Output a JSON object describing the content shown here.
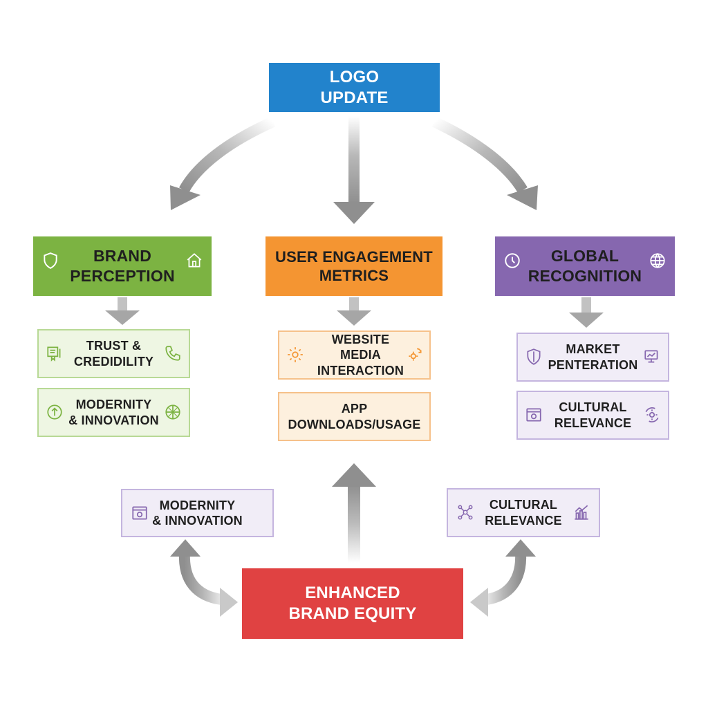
{
  "top": {
    "label": "LOGO UPDATE",
    "color": "#2283cc"
  },
  "categories": [
    {
      "label": "BRAND\nPERCEPTION",
      "color": "#7cb342",
      "icons": [
        "shield-icon",
        "house-icon"
      ]
    },
    {
      "label": "USER ENGAGEMENT\nMETRICS",
      "color": "#f49532"
    },
    {
      "label": "GLOBAL\nRECOGNITION",
      "color": "#8667af",
      "icons": [
        "clock-icon",
        "globe-icon"
      ]
    }
  ],
  "subitems": {
    "brand": [
      {
        "label": "TRUST &\nCREDIDILITY",
        "icons": [
          "certificate-icon",
          "phone-icon"
        ]
      },
      {
        "label": "MODERNITY\n& INNOVATION",
        "icons": [
          "arrow-up-circle-icon",
          "globe-network-icon"
        ]
      }
    ],
    "engagement": [
      {
        "label": "WEBSITE\nMEDIA INTERACTION",
        "icons": [
          "gear-icon",
          "gear-cycle-icon"
        ]
      },
      {
        "label": "APP\nDOWNLOADS/USAGE"
      }
    ],
    "global": [
      {
        "label": "MARKET\nPENTERATION",
        "icons": [
          "shield-icon",
          "monitor-chart-icon"
        ]
      },
      {
        "label": "CULTURAL\nRELEVANCE",
        "icons": [
          "browser-window-icon",
          "gear-cycle-icon"
        ]
      }
    ]
  },
  "feedback": [
    {
      "label": "MODERNITY\n& INNOVATION",
      "icons": [
        "browser-window-icon"
      ]
    },
    {
      "label": "CULTURAL\nRELEVANCE",
      "icons": [
        "network-nodes-icon",
        "bar-chart-icon"
      ]
    }
  ],
  "bottom": {
    "label": "ENHANCED\nBRAND EQUITY",
    "color": "#e04242"
  },
  "colors": {
    "arrow": "#9a9a9a",
    "green_border": "#b8d995",
    "orange_border": "#f6c18a",
    "purple_border": "#c4b5df"
  }
}
